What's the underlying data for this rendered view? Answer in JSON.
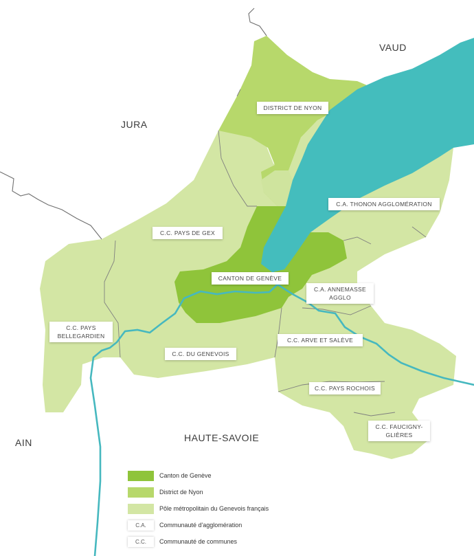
{
  "neighbors": {
    "vaud": "VAUD",
    "jura": "JURA",
    "ain": "AIN",
    "haute_savoie": "HAUTE-SAVOIE"
  },
  "labels": {
    "district_de_nyon": "DISTRICT DE NYON",
    "thonon": "C.A. THONON AGGLOMÉRATION",
    "pays_de_gex": "C.C. PAYS DE GEX",
    "canton_de_geneve": "CANTON DE GENÈVE",
    "annemasse_line1": "C.A. ANNEMASSE",
    "annemasse_line2": "AGGLO",
    "bellegardien_line1": "C.C. PAYS",
    "bellegardien_line2": "BELLEGARDIEN",
    "arve_et_saleve": "C.C. ARVE ET SALÈVE",
    "genevois": "C.C. DU GENEVOIS",
    "pays_rochois": "C.C. PAYS ROCHOIS",
    "faucigny_line1": "C.C. FAUCIGNY-",
    "faucigny_line2": "GLIÈRES"
  },
  "legend": {
    "canton": "Canton de Genève",
    "nyon": "District de Nyon",
    "pole": "Pôle métropolitain du Genevois français",
    "ca_abbr": "C.A.",
    "ca_text": "Communauté d'agglomération",
    "cc_abbr": "C.C.",
    "cc_text": "Communauté de communes"
  },
  "colors": {
    "canton": "#8fc43a",
    "nyon": "#b7d86b",
    "pole": "#d3e6a4",
    "lake": "#44bdbd",
    "river": "#46b8bf",
    "border": "#7f7f7f"
  }
}
